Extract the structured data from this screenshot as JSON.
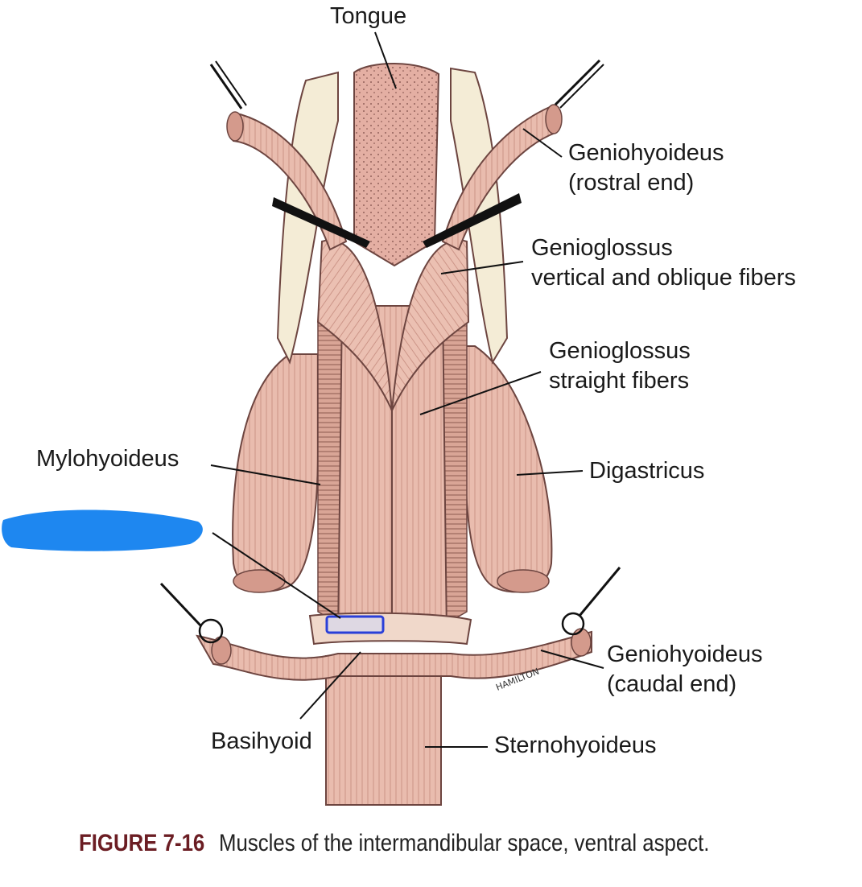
{
  "labels": {
    "tongue": "Tongue",
    "geniohyoideus_rostral": [
      "Geniohyoideus",
      "(rostral end)"
    ],
    "genioglossus_vertical": [
      "Genioglossus",
      "vertical and oblique fibers"
    ],
    "genioglossus_straight": [
      "Genioglossus",
      "straight fibers"
    ],
    "mylohyoideus": "Mylohyoideus",
    "digastricus": "Digastricus",
    "geniohyoideus_caudal": [
      "Geniohyoideus",
      "(caudal end)"
    ],
    "basihyoid": "Basihyoid",
    "sternohyoideus": "Sternohyoideus",
    "signature": "HAMILTON"
  },
  "caption": {
    "figure_number": "FIGURE 7-16",
    "text": "Muscles of the intermandibular space, ventral aspect."
  },
  "colors": {
    "muscle": "#e8b8aa",
    "muscle_dark": "#c98f82",
    "bone": "#f4ecd6",
    "redaction": "#1e87f0",
    "highlight": "#2a3fd8",
    "figure_number": "#6b1d23"
  }
}
